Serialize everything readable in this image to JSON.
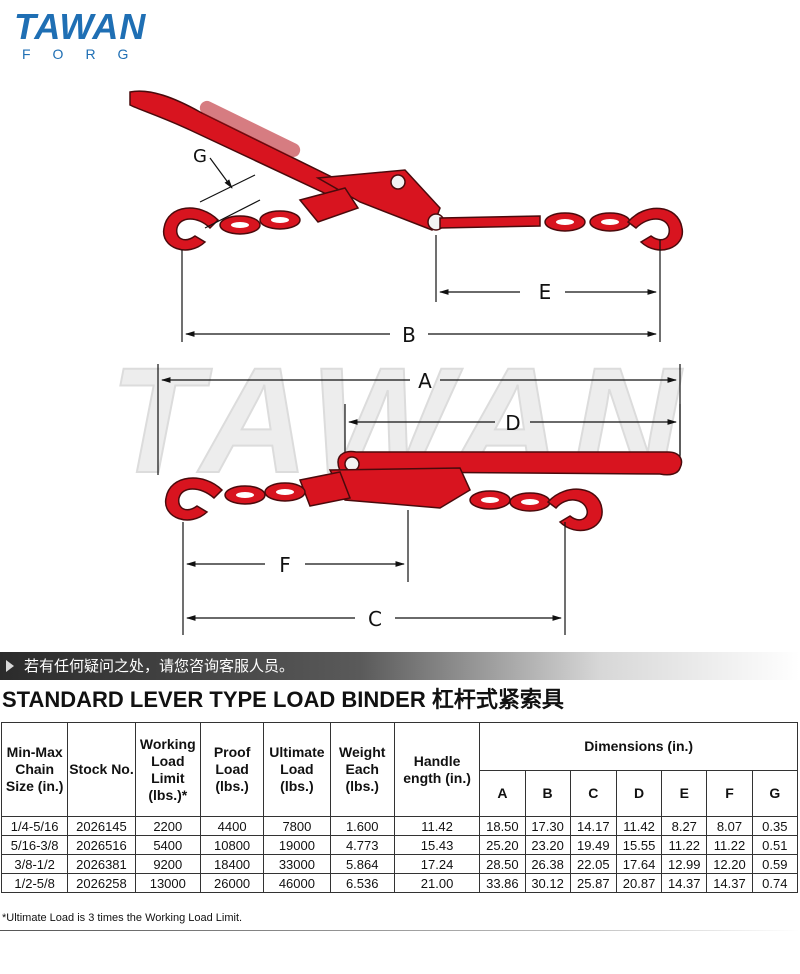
{
  "brand": {
    "name": "TAWAN",
    "sub": "FORG",
    "watermark": "TAWAN",
    "color": "#1f6fb4"
  },
  "diagram": {
    "labels": {
      "a": "A",
      "b": "B",
      "c": "C",
      "d": "D",
      "e": "E",
      "f": "F",
      "g": "G"
    },
    "colors": {
      "binder": "#d8141f",
      "outline": "#4a0a0c",
      "dimension": "#111111"
    }
  },
  "notice": "若有任何疑问之处，请您咨询客服人员。",
  "title": "STANDARD LEVER TYPE LOAD BINDER  杠杆式紧索具",
  "table": {
    "headers": {
      "size": "Min-Max Chain Size (in.)",
      "stock": "Stock No.",
      "wll": "Working Load Limit (lbs.)*",
      "proof": "Proof Load (lbs.)",
      "ult": "Ultimate Load (lbs.)",
      "weight": "Weight Each (lbs.)",
      "handle": "Handle ength (in.)",
      "dimensions": "Dimensions (in.)",
      "dims": [
        "A",
        "B",
        "C",
        "D",
        "E",
        "F",
        "G"
      ]
    },
    "rows": [
      [
        "1/4-5/16",
        "2026145",
        "2200",
        "4400",
        "7800",
        "1.600",
        "11.42",
        "18.50",
        "17.30",
        "14.17",
        "11.42",
        "8.27",
        "8.07",
        "0.35"
      ],
      [
        "5/16-3/8",
        "2026516",
        "5400",
        "10800",
        "19000",
        "4.773",
        "15.43",
        "25.20",
        "23.20",
        "19.49",
        "15.55",
        "11.22",
        "11.22",
        "0.51"
      ],
      [
        "3/8-1/2",
        "2026381",
        "9200",
        "18400",
        "33000",
        "5.864",
        "17.24",
        "28.50",
        "26.38",
        "22.05",
        "17.64",
        "12.99",
        "12.20",
        "0.59"
      ],
      [
        "1/2-5/8",
        "2026258",
        "13000",
        "26000",
        "46000",
        "6.536",
        "21.00",
        "33.86",
        "30.12",
        "25.87",
        "20.87",
        "14.37",
        "14.37",
        "0.74"
      ]
    ]
  },
  "footnote": "*Ultimate Load is 3 times the Working Load Limit."
}
